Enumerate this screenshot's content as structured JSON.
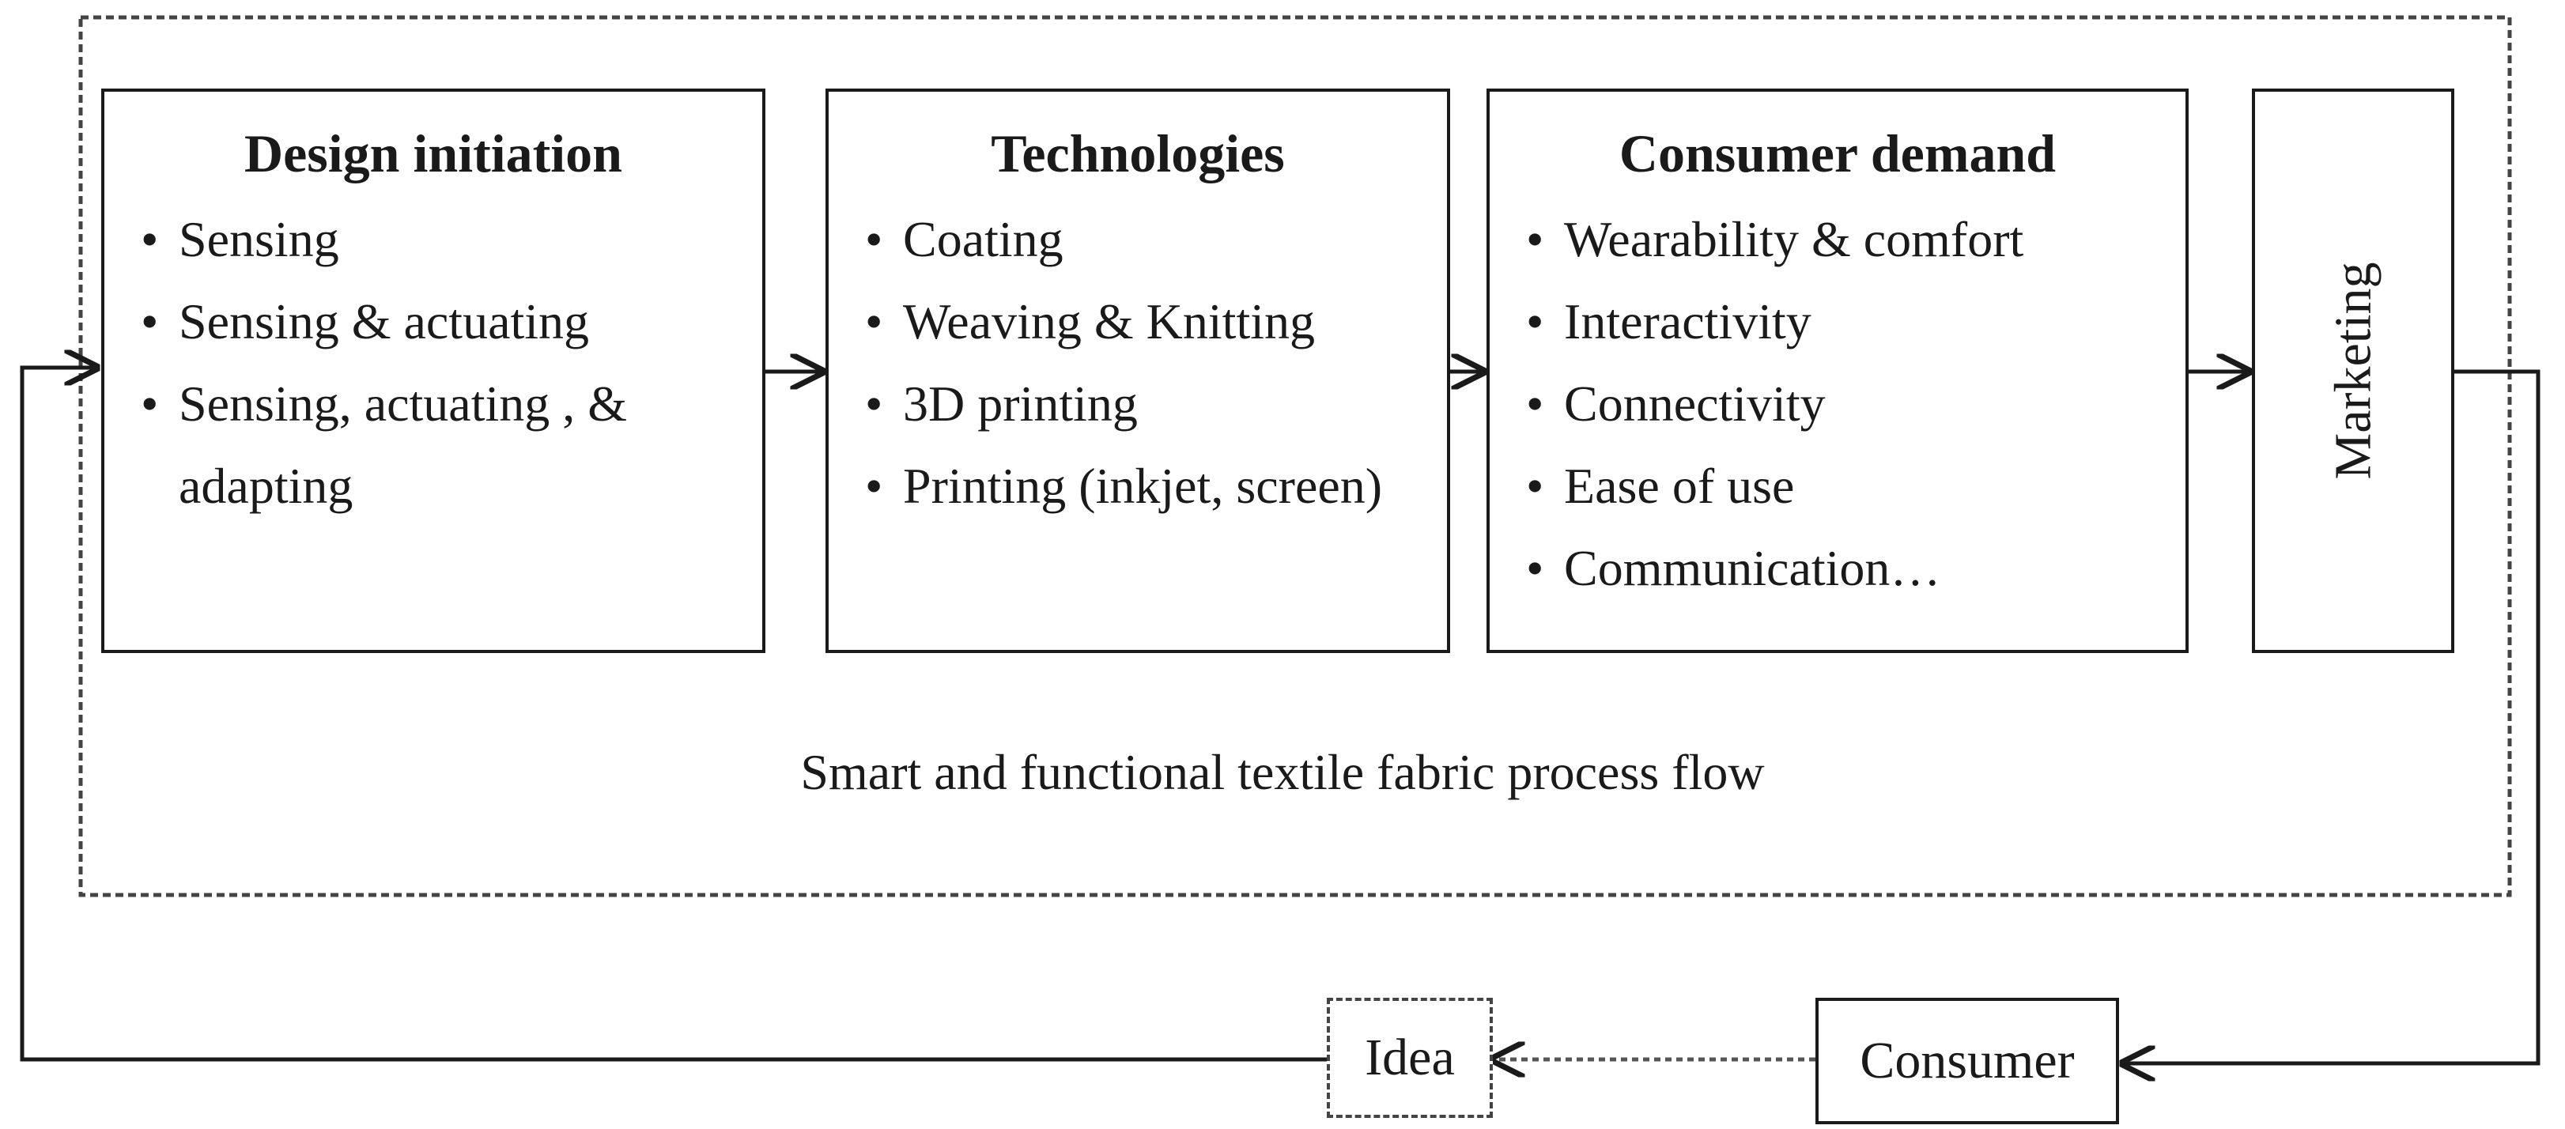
{
  "process": {
    "caption": "Smart and functional textile fabric process flow",
    "stages": [
      {
        "title": "Design initiation",
        "items": [
          "Sensing",
          "Sensing & actuating",
          "Sensing, actuating , & adapting"
        ]
      },
      {
        "title": "Technologies",
        "items": [
          "Coating",
          "Weaving & Knitting",
          "3D printing",
          "Printing (inkjet, screen)"
        ]
      },
      {
        "title": "Consumer demand",
        "items": [
          "Wearability & comfort",
          "Interactivity",
          "Connectivity",
          "Ease of use",
          "Communication…"
        ]
      }
    ],
    "marketing_label": "Marketing"
  },
  "feedback": {
    "consumer_label": "Consumer",
    "idea_label": "Idea"
  }
}
